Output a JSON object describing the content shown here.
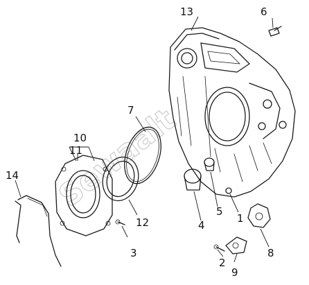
{
  "diagram": {
    "watermark": "Sewaalt",
    "callouts": [
      "13",
      "6",
      "7",
      "10",
      "11",
      "14",
      "12",
      "3",
      "4",
      "5",
      "1",
      "8",
      "2",
      "9"
    ]
  }
}
